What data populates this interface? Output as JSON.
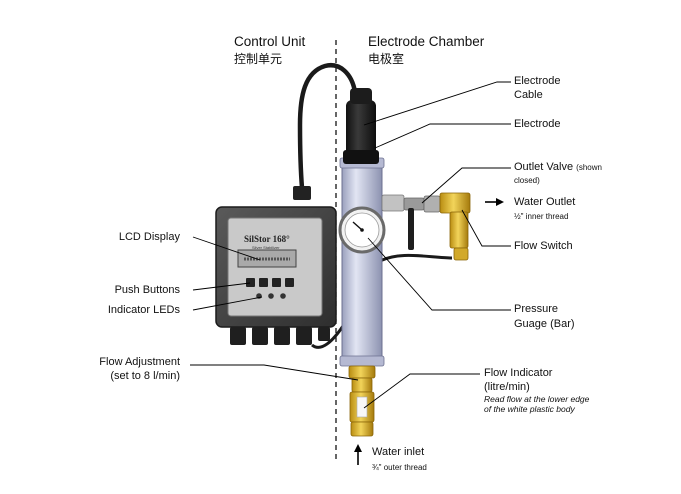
{
  "headers": {
    "control_unit": "Control Unit",
    "control_unit_cn": "控制单元",
    "electrode_chamber": "Electrode Chamber",
    "electrode_chamber_cn": "电极室"
  },
  "device": {
    "display_brand": "SilStor 168°",
    "display_sub": "Silver Stabilizer"
  },
  "labels": {
    "electrode_cable_1": "Electrode",
    "electrode_cable_2": "Cable",
    "electrode": "Electrode",
    "outlet_valve": "Outlet Valve",
    "outlet_valve_note_1": "(shown",
    "outlet_valve_note_2": "closed)",
    "water_outlet": "Water Outlet",
    "water_outlet_note": "½\" inner thread",
    "flow_switch": "Flow Switch",
    "pressure_1": "Pressure",
    "pressure_2": "Guage (Bar)",
    "lcd_display": "LCD Display",
    "push_buttons": "Push Buttons",
    "indicator_leds": "Indicator LEDs",
    "flow_adjustment_1": "Flow Adjustment",
    "flow_adjustment_2": "(set to 8 l/min)",
    "flow_indicator_1": "Flow Indicator",
    "flow_indicator_2": "(litre/min)",
    "flow_indicator_note_1": "Read flow at the lower edge",
    "flow_indicator_note_2": "of the white plastic body",
    "water_inlet": "Water inlet",
    "water_inlet_note": "¾\" outer thread"
  },
  "colors": {
    "background": "#ffffff",
    "control_box": "#4a4a4a",
    "chamber_body": "#c7cbe0",
    "brass": "#e0b830",
    "leader_line": "#000000"
  }
}
